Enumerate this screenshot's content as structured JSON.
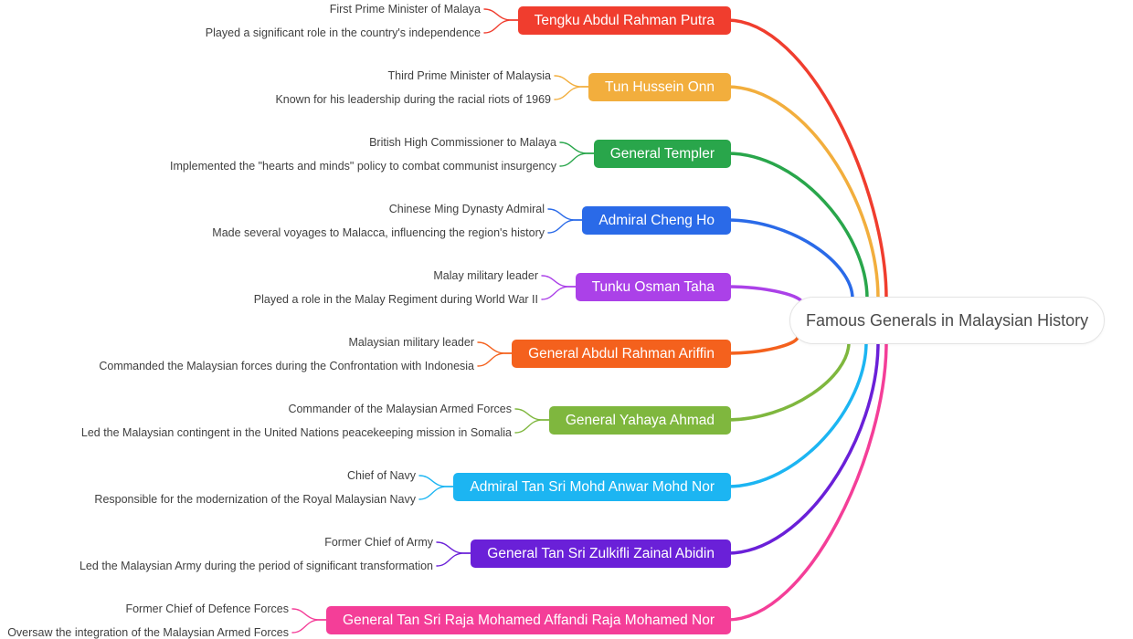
{
  "title": "Famous Generals in Malaysian History",
  "branches": [
    {
      "label": "Tengku Abdul Rahman Putra",
      "color": "#f03d2e",
      "facts": [
        "First Prime Minister of Malaya",
        "Played a significant role in the country's independence"
      ]
    },
    {
      "label": "Tun Hussein Onn",
      "color": "#f2ae3d",
      "facts": [
        "Third Prime Minister of Malaysia",
        "Known for his leadership during the racial riots of 1969"
      ]
    },
    {
      "label": "General Templer",
      "color": "#29a64b",
      "facts": [
        "British High Commissioner to Malaya",
        "Implemented the \"hearts and minds\" policy to combat communist insurgency"
      ]
    },
    {
      "label": "Admiral Cheng Ho",
      "color": "#2a6ae8",
      "facts": [
        "Chinese Ming Dynasty Admiral",
        "Made several voyages to Malacca, influencing the region's history"
      ]
    },
    {
      "label": "Tunku Osman Taha",
      "color": "#ab41e8",
      "facts": [
        "Malay military leader",
        "Played a role in the Malay Regiment during World War II"
      ]
    },
    {
      "label": "General Abdul Rahman Ariffin",
      "color": "#f4611d",
      "facts": [
        "Malaysian military leader",
        "Commanded the Malaysian forces during the Confrontation with Indonesia"
      ]
    },
    {
      "label": "General Yahaya Ahmad",
      "color": "#7fb73e",
      "facts": [
        "Commander of the Malaysian Armed Forces",
        "Led the Malaysian contingent in the United Nations peacekeeping mission in Somalia"
      ]
    },
    {
      "label": "Admiral Tan Sri Mohd Anwar Mohd Nor",
      "color": "#1cb5f2",
      "facts": [
        "Chief of Navy",
        "Responsible for the modernization of the Royal Malaysian Navy"
      ]
    },
    {
      "label": "General Tan Sri Zulkifli Zainal Abidin",
      "color": "#6a20d8",
      "facts": [
        "Former Chief of Army",
        "Led the Malaysian Army during the period of significant transformation"
      ]
    },
    {
      "label": "General Tan Sri Raja Mohamed Affandi Raja Mohamed Nor",
      "color": "#f43e98",
      "facts": [
        "Former Chief of Defence Forces",
        "Oversaw the integration of the Malaysian Armed Forces"
      ]
    }
  ]
}
